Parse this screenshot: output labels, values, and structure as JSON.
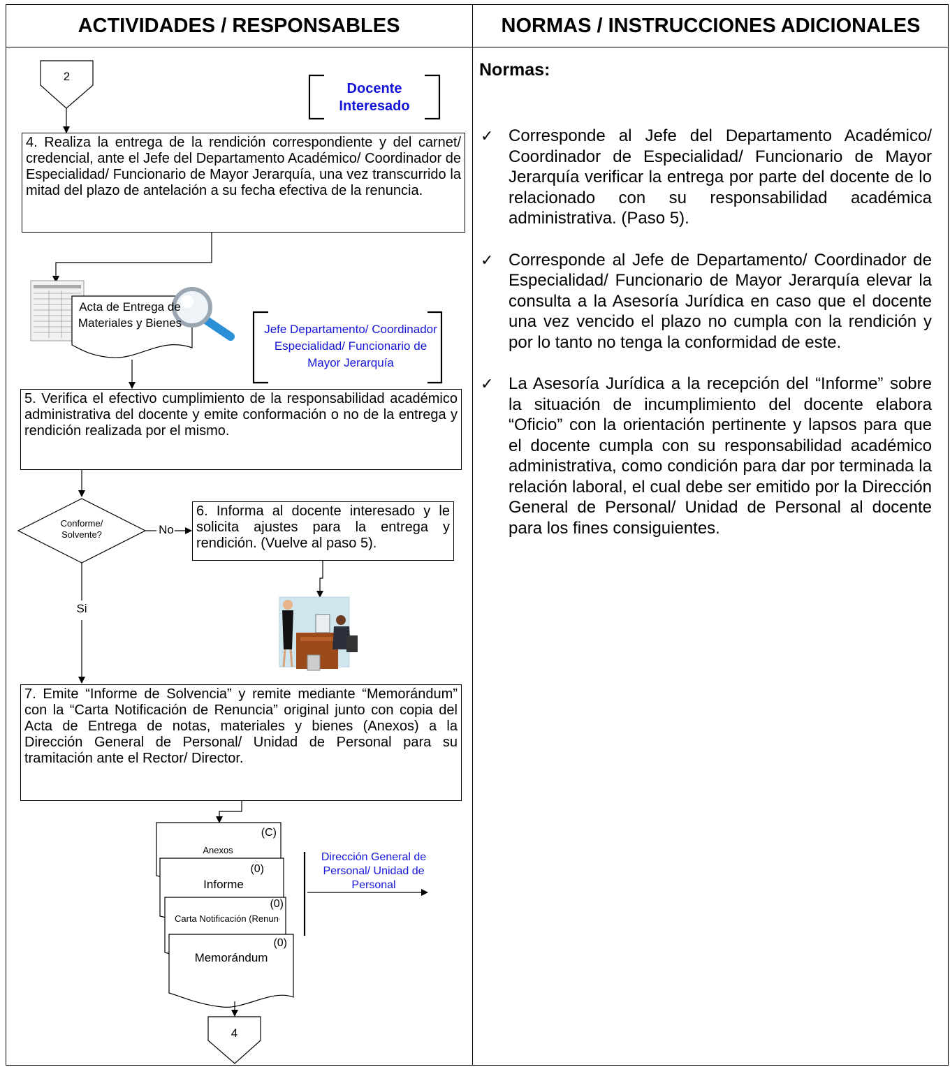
{
  "headers": {
    "left": "ACTIVIDADES / RESPONSABLES",
    "right": "NORMAS / INSTRUCCIONES ADICIONALES"
  },
  "connectors": {
    "start": "2",
    "end": "4"
  },
  "roles": {
    "docente": "Docente Interesado",
    "jefe": "Jefe Departamento/ Coordinador Especialidad/ Funcionario de Mayor Jerarquía",
    "direccion": "Dirección General de Personal/ Unidad de Personal"
  },
  "steps": {
    "s4": "4. Realiza la entrega de la rendición correspondiente y del carnet/ credencial, ante el Jefe del Departamento Académico/ Coordinador de Especialidad/ Funcionario de Mayor Jerarquía, una vez transcurrido la mitad del plazo de antelación a su fecha efectiva de la renuncia.",
    "s5": "5. Verifica el efectivo cumplimiento de la responsabilidad académico administrativa del docente y emite conformación o no de la entrega y rendición realizada por el mismo.",
    "s6": "6. Informa al docente interesado y le solicita ajustes para la entrega y rendición. (Vuelve al paso 5).",
    "s7": "7. Emite “Informe de Solvencia” y remite mediante “Memorándum” con la “Carta Notificación de Renuncia” original junto con copia del Acta de Entrega de notas, materiales y bienes (Anexos) a la Dirección General de Personal/ Unidad de Personal para su tramitación ante el Rector/ Director."
  },
  "documents": {
    "acta": "Acta de Entrega de Materiales y Bienes",
    "anexos": "Anexos",
    "anexos_code": "(C)",
    "informe": "Informe",
    "informe_code": "(0)",
    "carta": "Carta Notificación (Renuncia)",
    "carta_code": "(0)",
    "memo": "Memorándum",
    "memo_code": "(0)"
  },
  "decision": {
    "question": "Conforme/ Solvente?",
    "no_label": "No",
    "yes_label": "Si"
  },
  "norms": {
    "title": "Normas:",
    "items": [
      "Corresponde al Jefe del Departamento Académico/ Coordinador de Especialidad/ Funcionario de Mayor Jerarquía verificar la entrega por parte del docente de lo relacionado con su responsabilidad académica administrativa. (Paso 5).",
      "Corresponde al Jefe de Departamento/ Coordinador de Especialidad/ Funcionario de Mayor Jerarquía elevar la consulta a la Asesoría Jurídica en caso que el docente una vez vencido el plazo no cumpla con la rendición y por lo tanto no tenga la conformidad de este.",
      "La Asesoría Jurídica a la recepción del “Informe” sobre la situación de incumplimiento del docente elabora “Oficio” con la orientación pertinente y lapsos para que el docente cumpla con su responsabilidad académico administrativa, como condición para dar por terminada la relación laboral, el cual debe ser emitido por la Dirección General de Personal/ Unidad de Personal al docente para los fines consiguientes."
    ],
    "check_icon": "checkmark-icon"
  }
}
